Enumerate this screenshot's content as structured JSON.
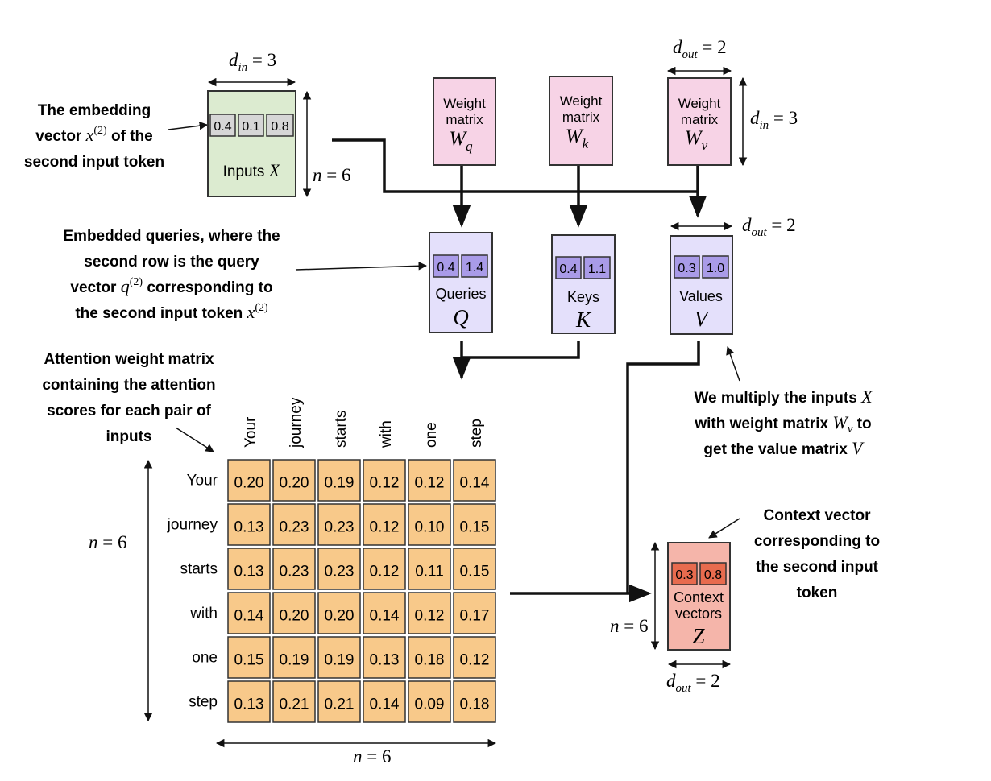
{
  "dims": {
    "din": "3",
    "dout": "2",
    "n": "6"
  },
  "inputs": {
    "caption": "Inputs",
    "symbol": "X",
    "vector": [
      "0.4",
      "0.1",
      "0.8"
    ]
  },
  "annotations": {
    "embedding": [
      "The embedding",
      "vector",
      "of the",
      "second input token"
    ],
    "embedding_sym": "x",
    "embedding_sup": "(2)",
    "queries": [
      "Embedded queries, where the",
      "second row is the query",
      "vector",
      "corresponding to",
      "the second input token"
    ],
    "queries_q_sym": "q",
    "queries_x_sym": "x",
    "queries_sup": "(2)",
    "attention": [
      "Attention weight matrix",
      "containing the attention",
      "scores for each pair of",
      "inputs"
    ],
    "multiply": [
      "We multiply the inputs",
      "with weight matrix",
      "to",
      "get the value matrix"
    ],
    "multiply_x": "X",
    "multiply_w": "W",
    "multiply_wsub": "v",
    "multiply_v": "V",
    "context": [
      "Context vector",
      "corresponding to",
      "the second input",
      "token"
    ]
  },
  "weights": [
    {
      "line1": "Weight",
      "line2": "matrix",
      "symbol": "W",
      "sub": "q"
    },
    {
      "line1": "Weight",
      "line2": "matrix",
      "symbol": "W",
      "sub": "k"
    },
    {
      "line1": "Weight",
      "line2": "matrix",
      "symbol": "W",
      "sub": "v"
    }
  ],
  "projections": [
    {
      "caption": "Queries",
      "symbol": "Q",
      "vector": [
        "0.4",
        "1.4"
      ]
    },
    {
      "caption": "Keys",
      "symbol": "K",
      "vector": [
        "0.4",
        "1.1"
      ]
    },
    {
      "caption": "Values",
      "symbol": "V",
      "vector": [
        "0.3",
        "1.0"
      ]
    }
  ],
  "context": {
    "caption1": "Context",
    "caption2": "vectors",
    "symbol": "Z",
    "vector": [
      "0.3",
      "0.8"
    ]
  },
  "attention": {
    "tokens": [
      "Your",
      "journey",
      "starts",
      "with",
      "one",
      "step"
    ],
    "rows": [
      [
        "0.20",
        "0.20",
        "0.19",
        "0.12",
        "0.12",
        "0.14"
      ],
      [
        "0.13",
        "0.23",
        "0.23",
        "0.12",
        "0.10",
        "0.15"
      ],
      [
        "0.13",
        "0.23",
        "0.23",
        "0.12",
        "0.11",
        "0.15"
      ],
      [
        "0.14",
        "0.20",
        "0.20",
        "0.14",
        "0.12",
        "0.17"
      ],
      [
        "0.15",
        "0.19",
        "0.19",
        "0.13",
        "0.18",
        "0.12"
      ],
      [
        "0.13",
        "0.21",
        "0.21",
        "0.14",
        "0.09",
        "0.18"
      ]
    ]
  },
  "colors": {
    "input_fill": "#dcebd0",
    "weight_fill": "#f7d3e6",
    "proj_fill": "#e4e0fb",
    "proj_cell": "#a99be8",
    "attn_fill": "#f8c98a",
    "context_fill": "#f5b5aa",
    "context_cell": "#e86b4e",
    "grey_cell": "#d6d6d6"
  }
}
